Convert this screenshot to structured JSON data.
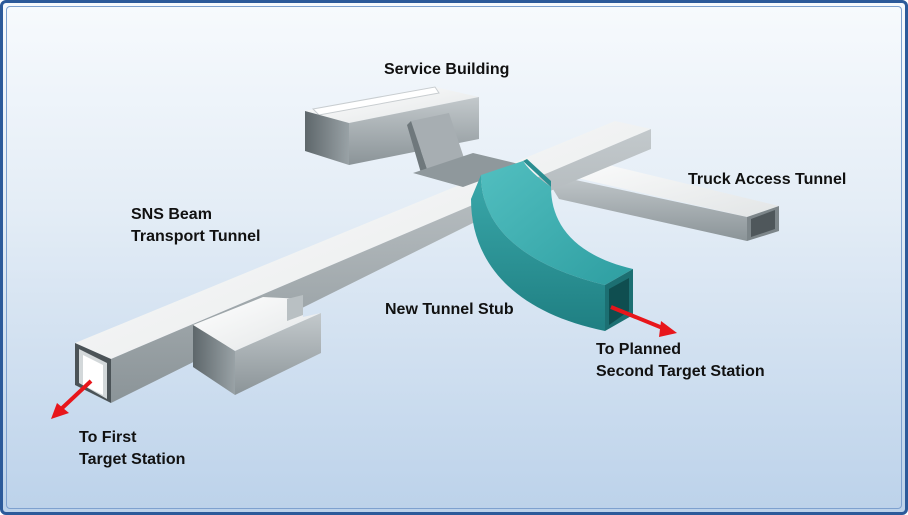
{
  "labels": {
    "service_building": "Service Building",
    "truck_access_tunnel": "Truck Access Tunnel",
    "beam_tunnel_line1": "SNS Beam",
    "beam_tunnel_line2": "Transport Tunnel",
    "new_tunnel_stub": "New Tunnel Stub",
    "first_target_line1": "To First",
    "first_target_line2": "Target Station",
    "second_target_line1": "To Planned",
    "second_target_line2": "Second Target Station"
  },
  "colors": {
    "frame_border": "#2c5a9a",
    "tunnel_top": "#f2f3f3",
    "tunnel_side": "#a9b0b4",
    "tunnel_dark": "#6e777c",
    "stub_teal": "#3ba7a9",
    "stub_teal_dark": "#237f82",
    "arrow_red": "#e8161b"
  }
}
